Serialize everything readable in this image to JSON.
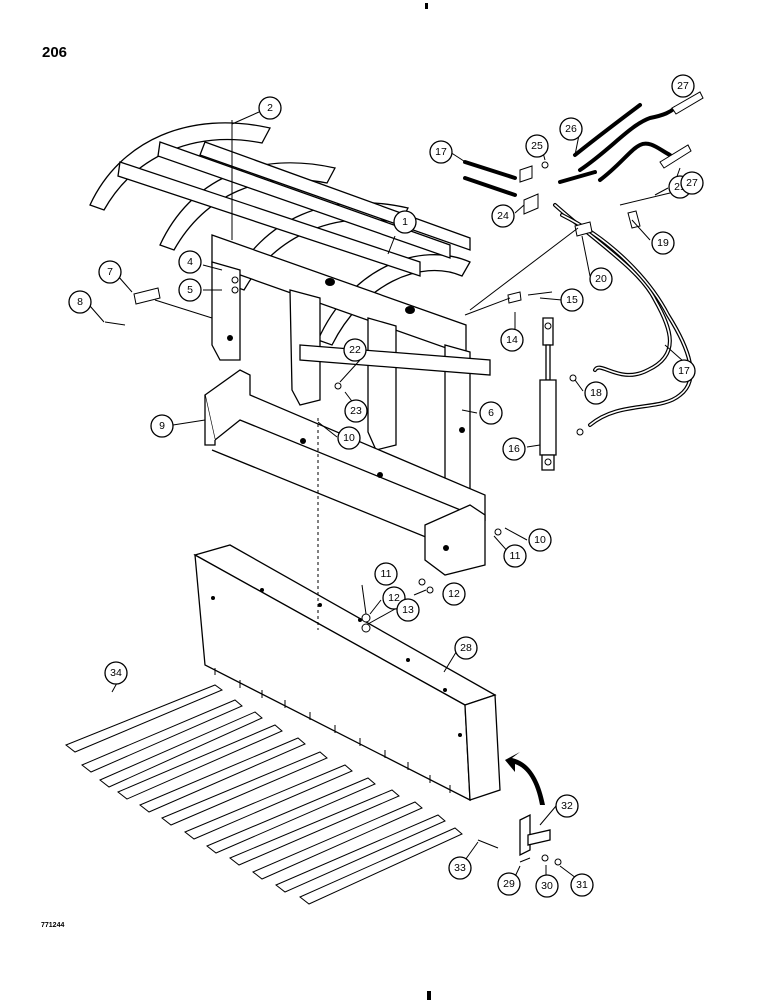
{
  "page": {
    "page_number": "206",
    "drawing_id": "771244"
  },
  "callouts": [
    {
      "id": "c1",
      "label": "1"
    },
    {
      "id": "c2",
      "label": "2"
    },
    {
      "id": "c4",
      "label": "4"
    },
    {
      "id": "c5",
      "label": "5"
    },
    {
      "id": "c6",
      "label": "6"
    },
    {
      "id": "c7",
      "label": "7"
    },
    {
      "id": "c8",
      "label": "8"
    },
    {
      "id": "c9",
      "label": "9"
    },
    {
      "id": "c10a",
      "label": "10"
    },
    {
      "id": "c10b",
      "label": "10"
    },
    {
      "id": "c11a",
      "label": "11"
    },
    {
      "id": "c11b",
      "label": "11"
    },
    {
      "id": "c12a",
      "label": "12"
    },
    {
      "id": "c12b",
      "label": "12"
    },
    {
      "id": "c13",
      "label": "13"
    },
    {
      "id": "c14",
      "label": "14"
    },
    {
      "id": "c15",
      "label": "15"
    },
    {
      "id": "c16",
      "label": "16"
    },
    {
      "id": "c17a",
      "label": "17"
    },
    {
      "id": "c17b",
      "label": "17"
    },
    {
      "id": "c18",
      "label": "18"
    },
    {
      "id": "c19",
      "label": "19"
    },
    {
      "id": "c20",
      "label": "20"
    },
    {
      "id": "c21",
      "label": "21"
    },
    {
      "id": "c22",
      "label": "22"
    },
    {
      "id": "c23",
      "label": "23"
    },
    {
      "id": "c24",
      "label": "24"
    },
    {
      "id": "c25",
      "label": "25"
    },
    {
      "id": "c26",
      "label": "26"
    },
    {
      "id": "c27a",
      "label": "27"
    },
    {
      "id": "c27b",
      "label": "27"
    },
    {
      "id": "c28",
      "label": "28"
    },
    {
      "id": "c29",
      "label": "29"
    },
    {
      "id": "c30",
      "label": "30"
    },
    {
      "id": "c31",
      "label": "31"
    },
    {
      "id": "c32",
      "label": "32"
    },
    {
      "id": "c33",
      "label": "33"
    },
    {
      "id": "c34",
      "label": "34"
    }
  ]
}
